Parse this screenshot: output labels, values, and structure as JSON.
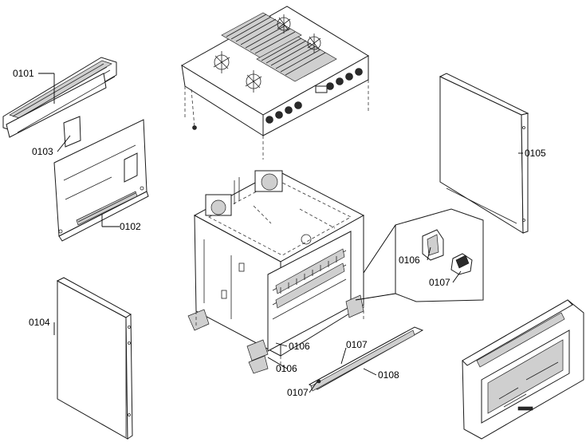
{
  "callouts": {
    "c0101": "0101",
    "c0102": "0102",
    "c0103": "0103",
    "c0104": "0104",
    "c0105": "0105",
    "c0106_inset": "0106",
    "c0107_inset": "0107",
    "c0106_a": "0106",
    "c0106_b": "0106",
    "c0107_a": "0107",
    "c0107_b": "0107",
    "c0108": "0108"
  }
}
